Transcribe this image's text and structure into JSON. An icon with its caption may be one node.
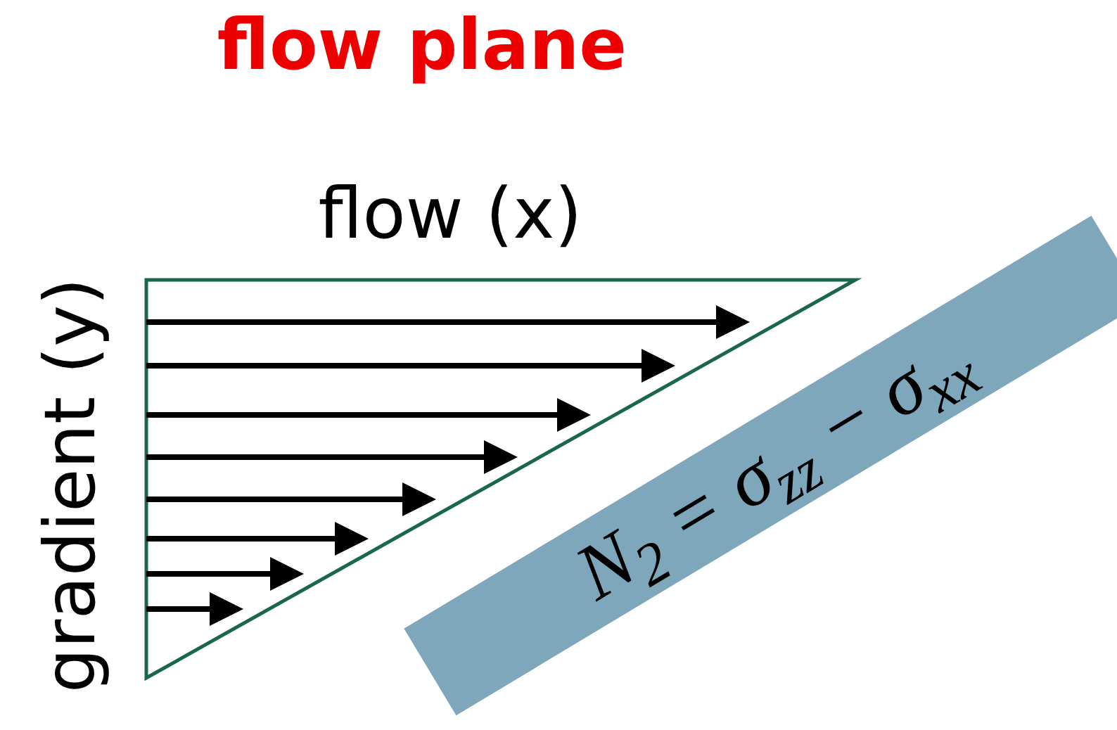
{
  "diagram": {
    "title": "flow plane",
    "nodes": [
      {
        "text": [
          "N$_{2}$ = σ$_{zz}$ − σ$_{xx}$"
        ]
      }
    ],
    "labels": [
      "flow (x)",
      "gradient (y)"
    ]
  }
}
